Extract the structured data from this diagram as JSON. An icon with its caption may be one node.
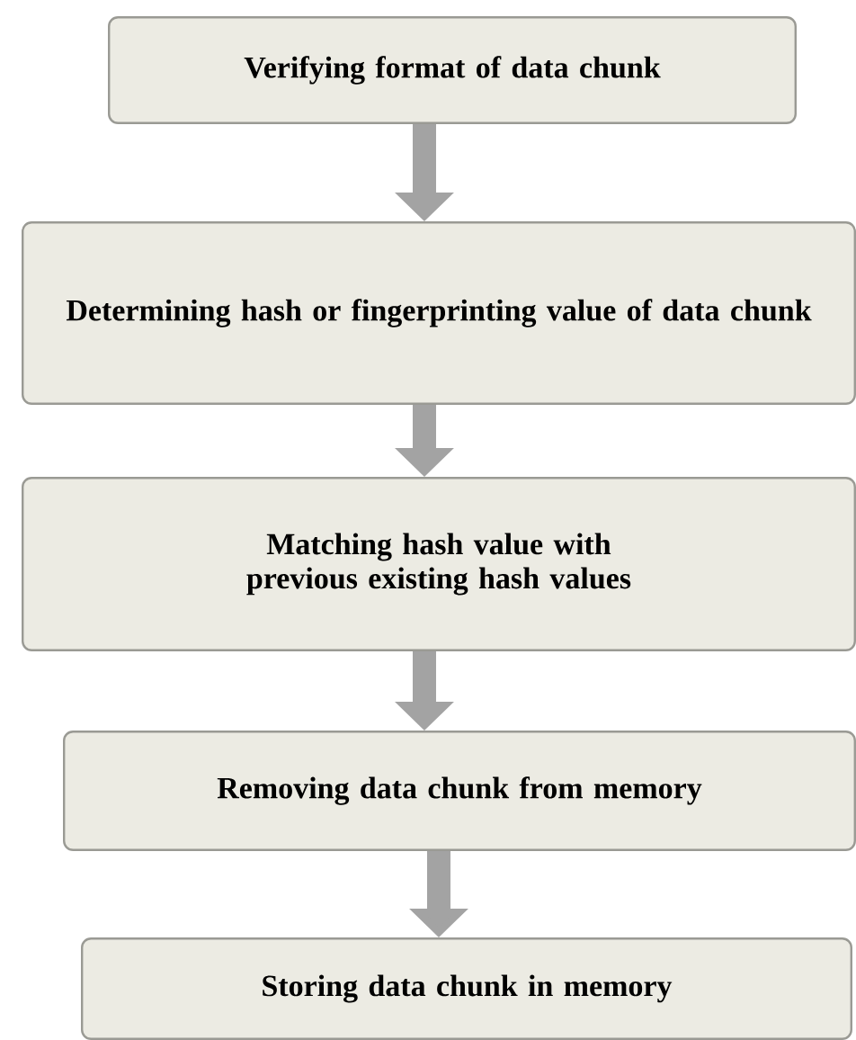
{
  "diagram": {
    "nodes": [
      {
        "text": [
          "Verifying format of data chunk"
        ]
      },
      {
        "text": [
          "Determining hash or fingerprinting value of data chunk"
        ]
      },
      {
        "text": [
          "Matching hash value with previous existing hash values"
        ]
      },
      {
        "text": [
          "Removing data chunk from memory"
        ]
      },
      {
        "text": [
          "Storing data chunk in memory"
        ]
      }
    ],
    "edges": [
      {
        "from": 0,
        "to": 1,
        "arrow": "to"
      },
      {
        "from": 1,
        "to": 2,
        "arrow": "to"
      },
      {
        "from": 2,
        "to": 3,
        "arrow": "to"
      },
      {
        "from": 3,
        "to": 4,
        "arrow": "to"
      }
    ]
  }
}
